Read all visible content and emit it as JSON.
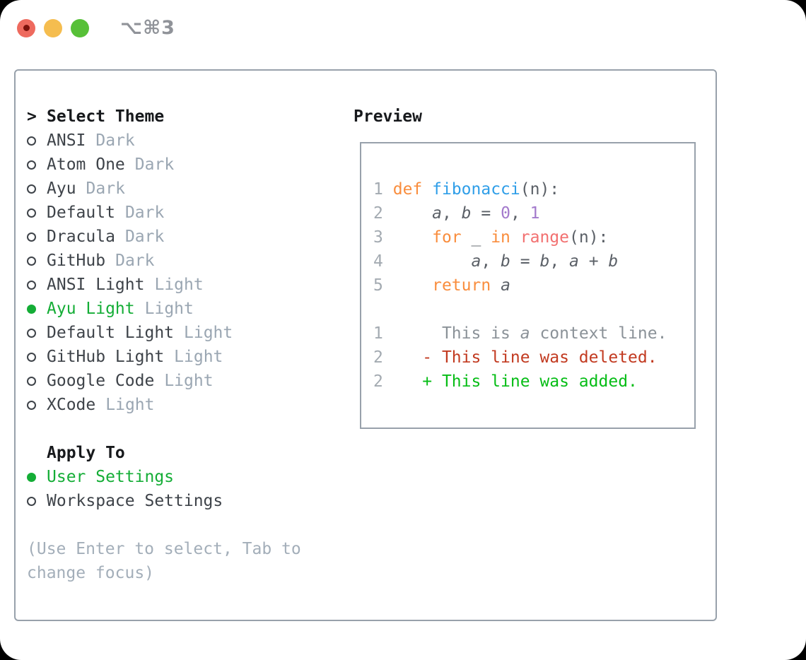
{
  "window": {
    "title": "⌥⌘3",
    "traffic_lights": [
      "close",
      "minimize",
      "zoom"
    ]
  },
  "colors": {
    "accent_green": "#14ad36",
    "added_green": "#06bd16",
    "deleted_red": "#c23a20",
    "keyword_orange": "#f98d3d",
    "function_blue": "#2f9ee8",
    "number_purple": "#a37acc",
    "builtin_coral": "#f27070",
    "code_foreground": "#5b6067",
    "context_gray": "#8b9298",
    "line_number_gray": "#a3aab1",
    "muted_gray": "#9aa6b2",
    "border_gray": "#98a1ab",
    "text_dark": "#3e4349",
    "header_black": "#17191c",
    "title_gray": "#909399",
    "traffic_red": "#ee6a5e",
    "traffic_yellow": "#f5bd4f",
    "traffic_green": "#57c038"
  },
  "theme_picker": {
    "header": {
      "marker": ">",
      "label": "Select Theme"
    },
    "themes": [
      {
        "name": "ANSI",
        "variant": "Dark",
        "selected": false
      },
      {
        "name": "Atom One",
        "variant": "Dark",
        "selected": false
      },
      {
        "name": "Ayu",
        "variant": "Dark",
        "selected": false
      },
      {
        "name": "Default",
        "variant": "Dark",
        "selected": false
      },
      {
        "name": "Dracula",
        "variant": "Dark",
        "selected": false
      },
      {
        "name": "GitHub",
        "variant": "Dark",
        "selected": false
      },
      {
        "name": "ANSI Light",
        "variant": "Light",
        "selected": false
      },
      {
        "name": "Ayu Light",
        "variant": "Light",
        "selected": true
      },
      {
        "name": "Default Light",
        "variant": "Light",
        "selected": false
      },
      {
        "name": "GitHub Light",
        "variant": "Light",
        "selected": false
      },
      {
        "name": "Google Code",
        "variant": "Light",
        "selected": false
      },
      {
        "name": "XCode",
        "variant": "Light",
        "selected": false
      }
    ],
    "apply_to": {
      "label": "Apply To",
      "options": [
        {
          "label": "User Settings",
          "selected": true
        },
        {
          "label": "Workspace Settings",
          "selected": false
        }
      ]
    },
    "help": [
      "(Use Enter to select, Tab to",
      "change focus)"
    ]
  },
  "preview": {
    "label": "Preview",
    "code_lines": [
      [
        [
          "1",
          "num"
        ],
        [
          " ",
          "fg"
        ],
        [
          "def",
          "kw"
        ],
        [
          " ",
          "fg"
        ],
        [
          "fibonacci",
          "fn"
        ],
        [
          "(n):",
          "fg"
        ]
      ],
      [
        [
          "2",
          "num"
        ],
        [
          "     ",
          "fg"
        ],
        [
          "a",
          "fgi"
        ],
        [
          ", ",
          "fg"
        ],
        [
          "b",
          "fgi"
        ],
        [
          " = ",
          "fg"
        ],
        [
          "0",
          "lit"
        ],
        [
          ", ",
          "fg"
        ],
        [
          "1",
          "lit"
        ]
      ],
      [
        [
          "3",
          "num"
        ],
        [
          "     ",
          "fg"
        ],
        [
          "for",
          "kw"
        ],
        [
          " _ ",
          "fg"
        ],
        [
          "in",
          "kw"
        ],
        [
          " ",
          "fg"
        ],
        [
          "range",
          "bi"
        ],
        [
          "(n):",
          "fg"
        ]
      ],
      [
        [
          "4",
          "num"
        ],
        [
          "         ",
          "fg"
        ],
        [
          "a",
          "fgi"
        ],
        [
          ", ",
          "fg"
        ],
        [
          "b",
          "fgi"
        ],
        [
          " = ",
          "fg"
        ],
        [
          "b",
          "fgi"
        ],
        [
          ", ",
          "fg"
        ],
        [
          "a",
          "fgi"
        ],
        [
          " + ",
          "fg"
        ],
        [
          "b",
          "fgi"
        ]
      ],
      [
        [
          "5",
          "num"
        ],
        [
          "     ",
          "fg"
        ],
        [
          "return",
          "kw"
        ],
        [
          " ",
          "fg"
        ],
        [
          "a",
          "fgi"
        ]
      ],
      [],
      [
        [
          "1",
          "num"
        ],
        [
          "      This is ",
          "ctx"
        ],
        [
          "a",
          "ctxi"
        ],
        [
          " context line.",
          "ctx"
        ]
      ],
      [
        [
          "2",
          "num"
        ],
        [
          "    ",
          "fg"
        ],
        [
          "- This line was deleted.",
          "del"
        ]
      ],
      [
        [
          "2",
          "num"
        ],
        [
          "    ",
          "fg"
        ],
        [
          "+ This line was added.",
          "add"
        ]
      ]
    ]
  }
}
